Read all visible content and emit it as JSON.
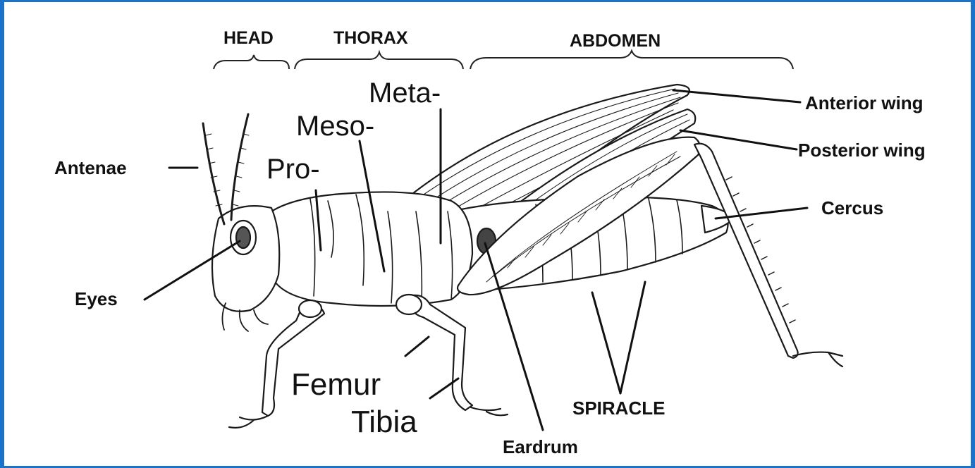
{
  "sections": {
    "head": "HEAD",
    "thorax": "THORAX",
    "abdomen": "ABDOMEN"
  },
  "thorax_parts": {
    "meta": "Meta-",
    "meso": "Meso-",
    "pro": "Pro-"
  },
  "labels": {
    "antenae": "Antenae",
    "eyes": "Eyes",
    "anterior_wing": "Anterior wing",
    "posterior_wing": "Posterior wing",
    "cercus": "Cercus",
    "femur": "Femur",
    "tibia": "Tibia",
    "eardrum": "Eardrum",
    "spiracle": "SPIRACLE"
  },
  "colors": {
    "frame_border": "#1a73c9",
    "ink": "#111111"
  }
}
